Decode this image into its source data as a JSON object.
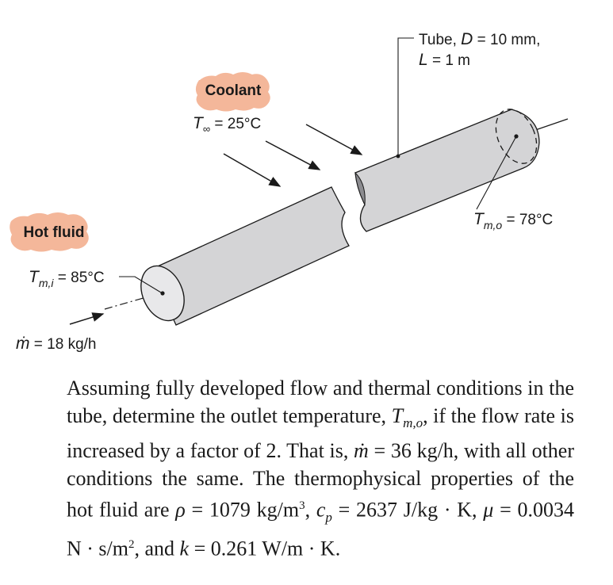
{
  "diagram": {
    "tube_label": {
      "line1_prefix": "Tube, ",
      "D_symbol": "D",
      "D_value": " = 10 mm,",
      "L_symbol": "L",
      "L_value": " = 1 m"
    },
    "coolant": {
      "badge": "Coolant",
      "T_symbol": "T",
      "T_sub": "∞",
      "T_value": " = 25°C"
    },
    "hot_fluid": {
      "badge": "Hot fluid",
      "Tin_symbol": "T",
      "Tin_sub": "m,i",
      "Tin_value": " = 85°C",
      "mdot_symbol": "ṁ",
      "mdot_value": " = 18 kg/h"
    },
    "outlet": {
      "Tout_symbol": "T",
      "Tout_sub": "m,o",
      "Tout_value": " = 78°C"
    },
    "colors": {
      "tube_fill": "#d4d4d6",
      "tube_end": "#e8e8ea",
      "badge_fill": "#f4b79a",
      "stroke": "#1a1a1a"
    }
  },
  "problem": {
    "s1": "Assuming fully developed flow and thermal conditions in the tube, determine the outlet temperature, ",
    "s1_var": "T",
    "s1_var_sub": "m,o",
    "s2": ", if the flow rate is increased by a factor of 2. That is, ",
    "s2_mdot": "ṁ",
    "s3": " = 36 kg/h, with all other conditions the same. The thermophysical properties of the hot fluid are ",
    "rho": "ρ",
    "s4": " = 1079 kg/m",
    "sup3": "3",
    "s5": ", ",
    "cp": "c",
    "cp_sub": "p",
    "s6": " = 2637 J/kg · K, ",
    "mu": "μ",
    "s7": " = 0.0034 N · s/m",
    "sup2": "2",
    "s8": ", and ",
    "k": "k",
    "s9": " = 0.261 W/m · K."
  }
}
